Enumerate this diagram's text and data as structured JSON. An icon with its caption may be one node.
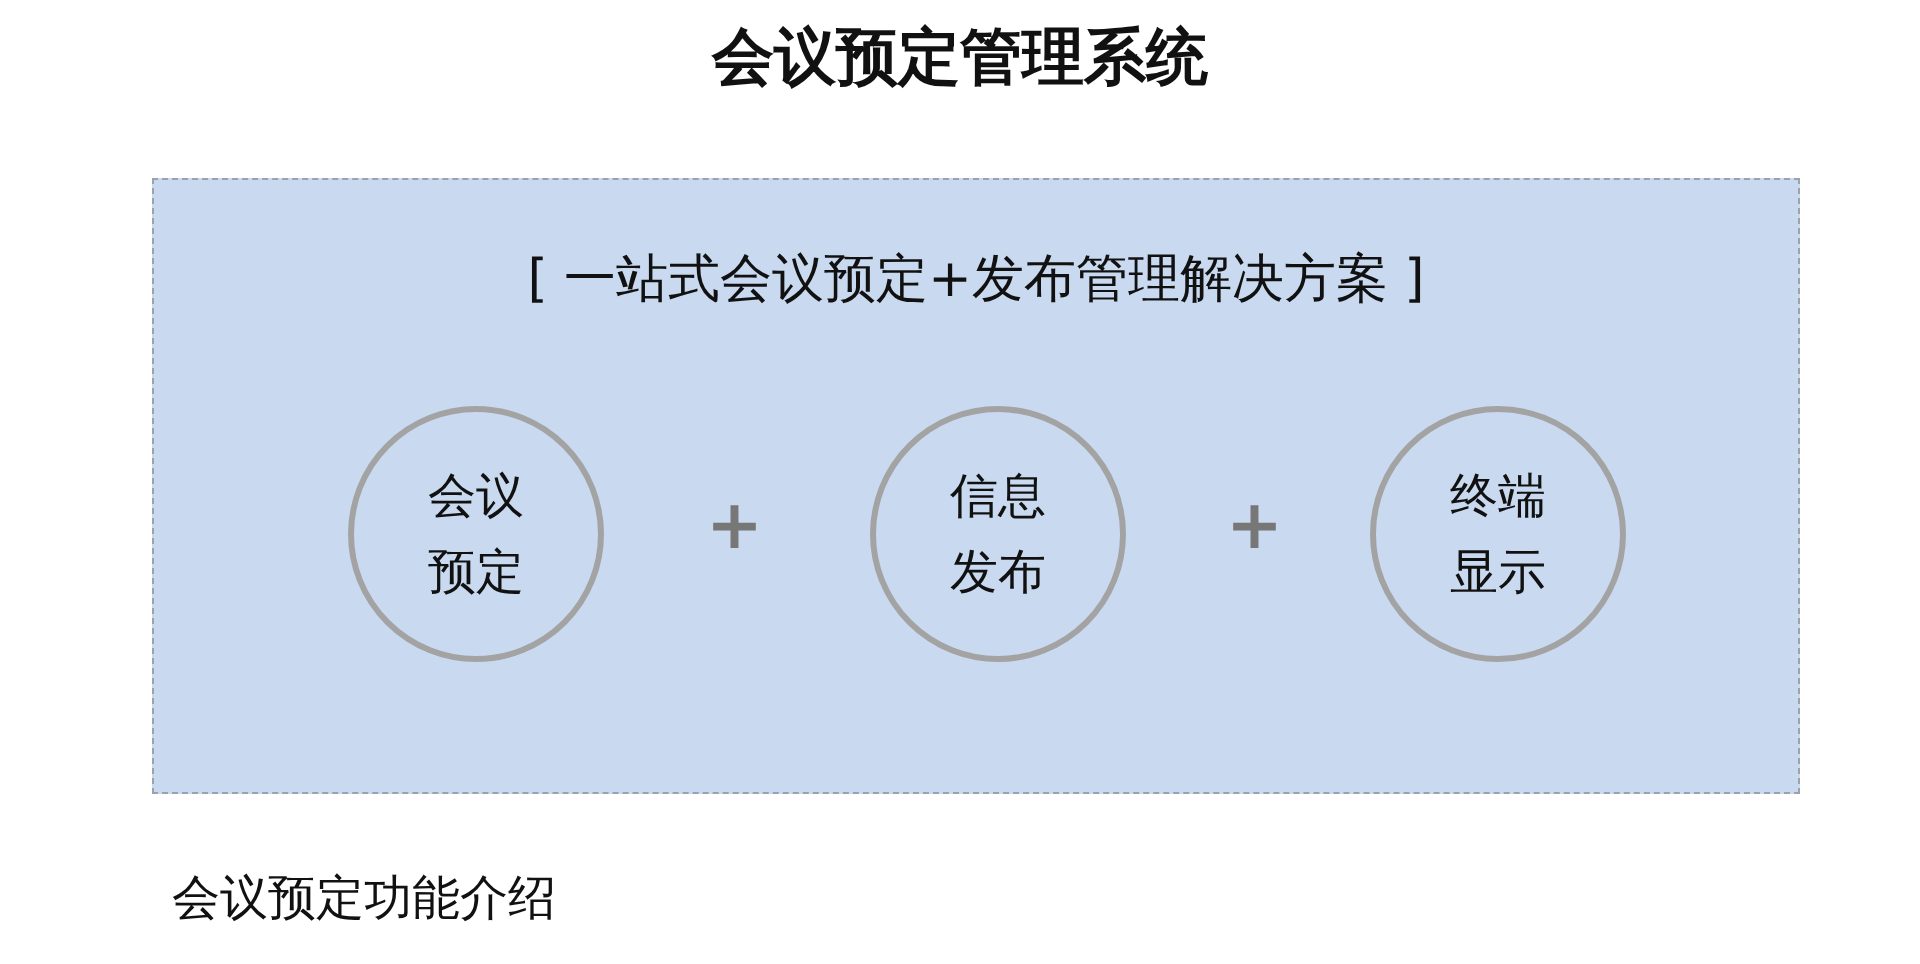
{
  "diagram": {
    "title": "会议预定管理系统",
    "caption": "会议预定功能介绍",
    "nodes": [
      {
        "text": [
          "[ 一站式会议预定+发布管理解决方案 ]"
        ]
      },
      {
        "text": [
          "会议预定"
        ],
        "in": 0
      },
      {
        "text": [
          "信息发布"
        ],
        "in": 0
      },
      {
        "text": [
          "终端显示"
        ],
        "in": 0
      }
    ],
    "labels": [
      "+",
      "+"
    ]
  }
}
